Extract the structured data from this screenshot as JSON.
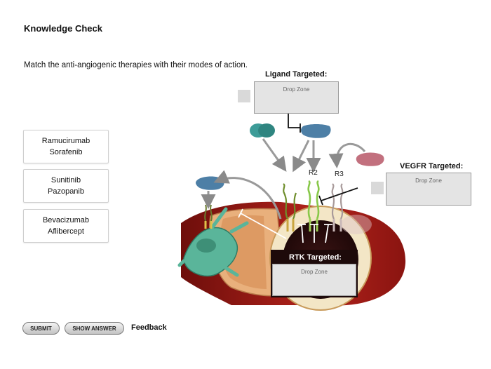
{
  "header": {
    "title": "Knowledge Check"
  },
  "instructions": "Match the anti-angiogenic therapies with their modes of action.",
  "drag_items": [
    {
      "line1": "Ramucirumab",
      "line2": "Sorafenib"
    },
    {
      "line1": "Sunitinib",
      "line2": "Pazopanib"
    },
    {
      "line1": "Bevacizumab",
      "line2": "Aflibercept"
    }
  ],
  "targets": {
    "ligand": {
      "heading": "Ligand Targeted:",
      "drop_label": "Drop Zone"
    },
    "vegfr": {
      "heading": "VEGFR Targeted:",
      "drop_label": "Drop Zone"
    },
    "rtk": {
      "heading": "RTK Targeted:",
      "drop_label": "Drop Zone"
    }
  },
  "receptor_labels": {
    "r2": "R2",
    "r3": "R3"
  },
  "buttons": {
    "submit": "SUBMIT",
    "show_answer": "SHOW ANSWER"
  },
  "feedback_label": "Feedback",
  "colors": {
    "vessel": "#9c1a16",
    "lumen": "#2a0d0d",
    "cell_green": "#5ab59a",
    "ligand_blue": "#4d7fa6"
  },
  "icons": [
    "vegf-dimer-icon",
    "ligand-protein-icon",
    "receptor-icon",
    "endothelial-cell-icon",
    "blood-vessel-icon"
  ]
}
